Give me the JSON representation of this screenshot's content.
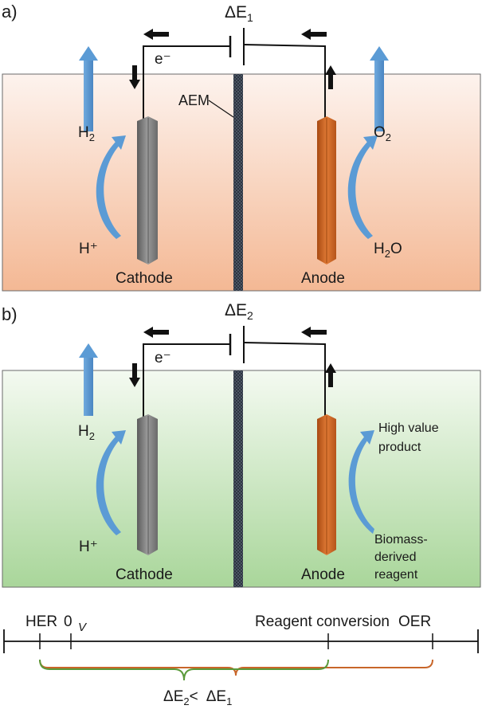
{
  "panel_a": {
    "label": "a)",
    "voltage": "ΔE",
    "voltage_sub": "1",
    "electron": "e⁻",
    "membrane": "AEM",
    "cathode": "Cathode",
    "anode": "Anode",
    "h2": "H",
    "h2_sub": "2",
    "hplus": "H⁺",
    "o2": "O",
    "o2_sub": "2",
    "h2o_pre": "H",
    "h2o_sub": "2",
    "h2o_post": "O",
    "colors": {
      "top": "#fdf3ee",
      "bottom": "#f4b894"
    }
  },
  "panel_b": {
    "label": "b)",
    "voltage": "ΔE",
    "voltage_sub": "2",
    "electron": "e⁻",
    "cathode": "Cathode",
    "anode": "Anode",
    "h2": "H",
    "h2_sub": "2",
    "hplus": "H⁺",
    "product_line1": "High value",
    "product_line2": "product",
    "reagent_line1": "Biomass-",
    "reagent_line2": "derived",
    "reagent_line3": "reagent",
    "colors": {
      "top": "#f4faf1",
      "bottom": "#a9d69a"
    }
  },
  "scale": {
    "her": "HER",
    "her_sub": "0",
    "v": "V",
    "reagent_conversion": "Reagent conversion",
    "oer": "OER",
    "delta_e2": "ΔE",
    "delta_e2_sub": "2",
    "less_than": "<",
    "delta_e1": "ΔE",
    "delta_e1_sub": "1",
    "colors": {
      "green": "#5a9a3a",
      "orange": "#c8662a"
    }
  },
  "colors": {
    "arrow_blue": "#5b9bd5",
    "cathode_gray": "#7a7a7a",
    "anode_orange": "#c05a1a"
  }
}
